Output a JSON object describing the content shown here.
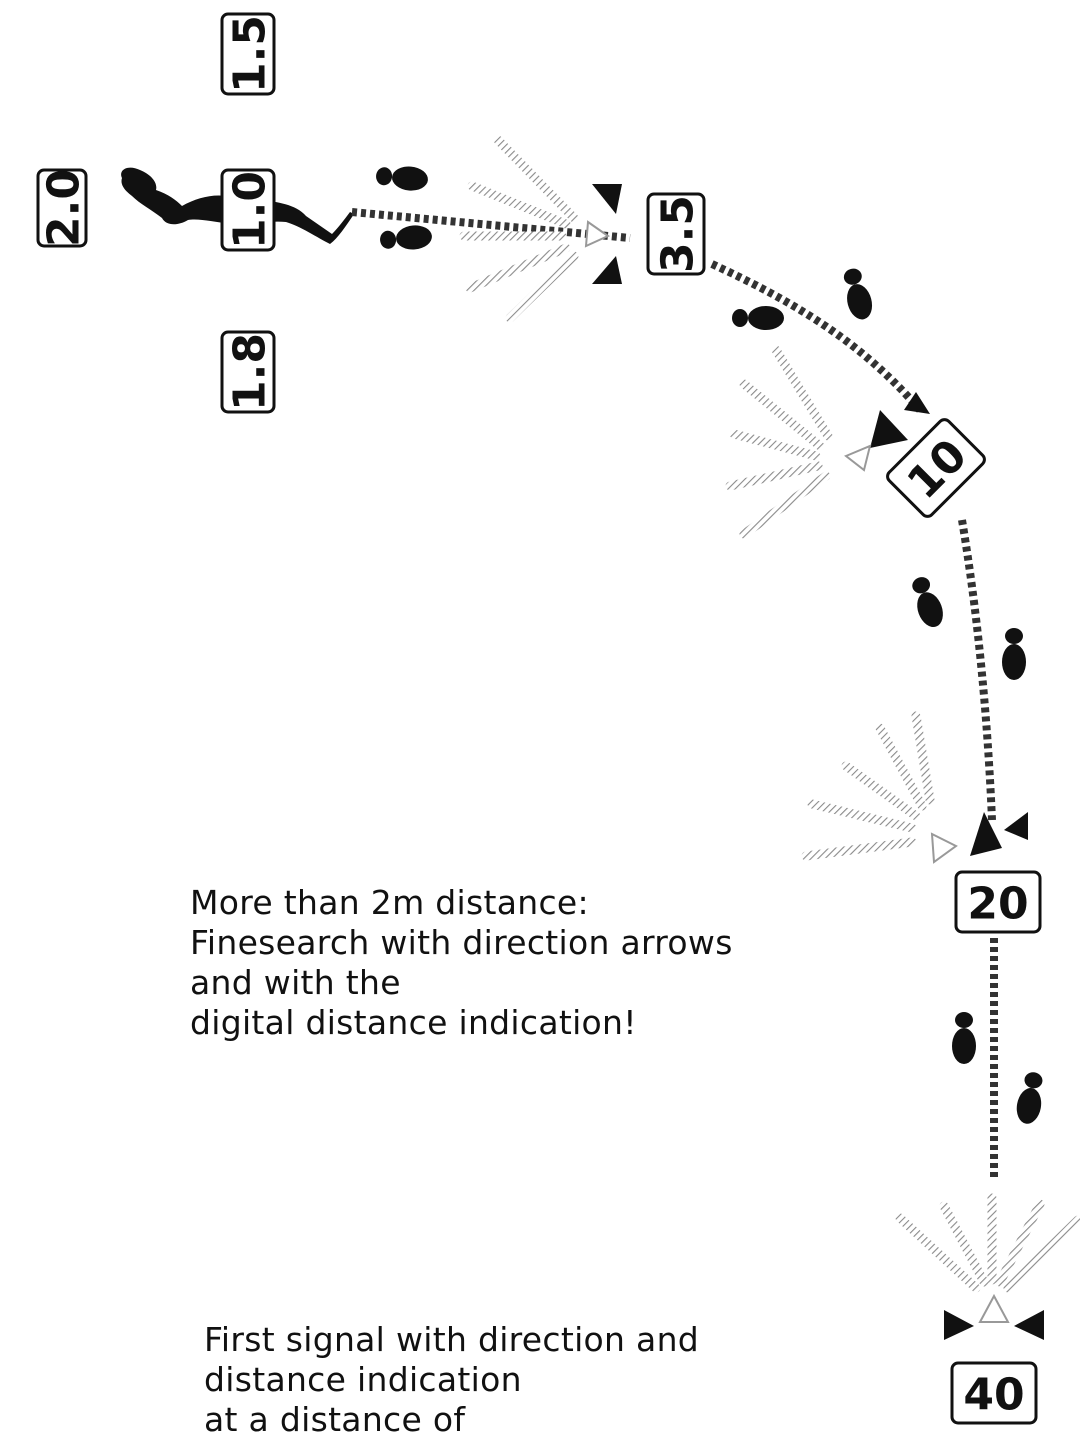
{
  "readouts": {
    "r_2_0": "2.0",
    "r_1_0": "1.0",
    "r_1_5": "1.5",
    "r_1_8": "1.8",
    "r_3_5": "3.5",
    "r_10": "10",
    "r_20": "20",
    "r_40": "40"
  },
  "captions": {
    "fine_search": [
      "More than  2m distance:",
      "Finesearch with direction arrows",
      "and with the",
      "digital distance indication!"
    ],
    "first_signal": [
      "First signal with direction and",
      "distance indication",
      "at a distance of"
    ]
  },
  "colors": {
    "ink": "#111111",
    "ray": "#9a9a9a"
  },
  "icons": [
    "person-silhouette-icon",
    "footprint-icon",
    "signal-ray-icon",
    "direction-arrow-icon"
  ]
}
